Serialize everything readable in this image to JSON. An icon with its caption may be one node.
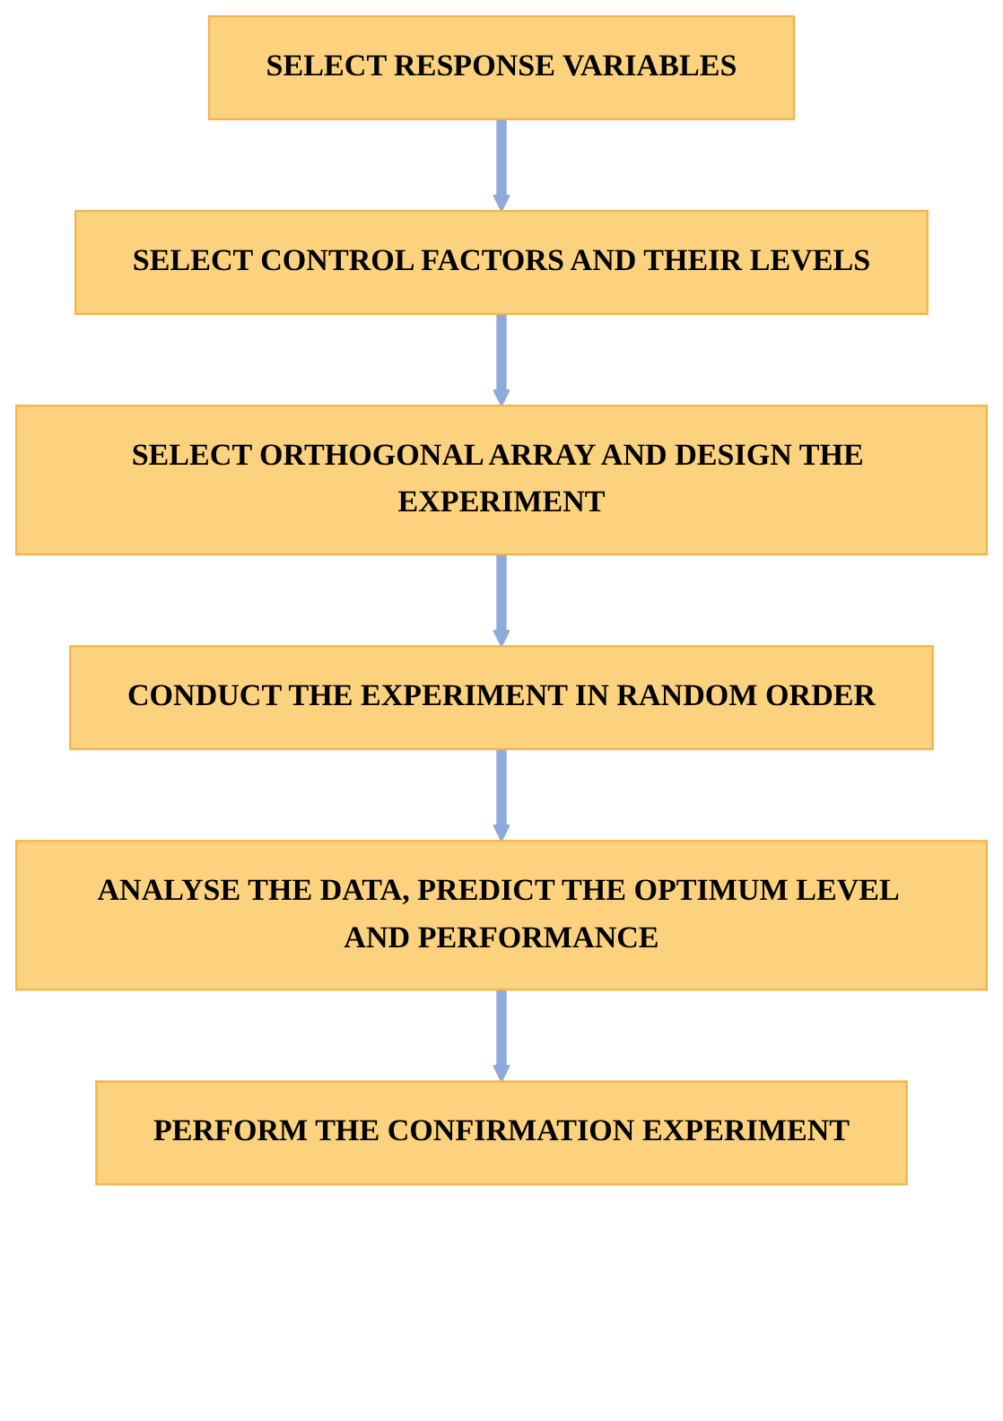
{
  "diagram": {
    "nodes": [
      {
        "text": [
          "SELECT RESPONSE VARIABLES"
        ]
      },
      {
        "text": [
          "SELECT CONTROL FACTORS AND THEIR LEVELS"
        ]
      },
      {
        "text": [
          "SELECT ORTHOGONAL ARRAY AND DESIGN THE EXPERIMENT"
        ]
      },
      {
        "text": [
          "CONDUCT THE EXPERIMENT IN RANDOM ORDER"
        ]
      },
      {
        "text": [
          "ANALYSE THE DATA, PREDICT THE OPTIMUM LEVEL AND PERFORMANCE"
        ]
      },
      {
        "text": [
          "PERFORM THE CONFIRMATION EXPERIMENT"
        ]
      }
    ],
    "edges": [
      {
        "from": 0,
        "to": 1,
        "arrow": "to"
      },
      {
        "from": 1,
        "to": 2,
        "arrow": "to"
      },
      {
        "from": 2,
        "to": 3,
        "arrow": "to"
      },
      {
        "from": 3,
        "to": 4,
        "arrow": "to"
      },
      {
        "from": 4,
        "to": 5,
        "arrow": "to"
      }
    ]
  }
}
